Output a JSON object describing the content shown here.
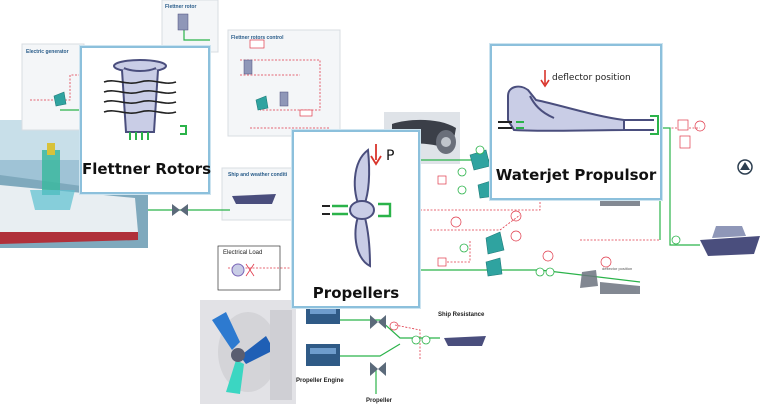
{
  "panels": {
    "electric_generator": "Electric generator",
    "flettner_rotor": "Flettner rotor",
    "flettner_rotors_control": "Flettner rotors control",
    "ship_weather": "Ship and weather conditi",
    "electrical_load": "Electrical Load"
  },
  "labels": {
    "ship_resistance": "Ship Resistance",
    "propeller_engine": "Propeller Engine",
    "propeller": "Propeller",
    "deflector_small": "deflector position"
  },
  "cards": {
    "flettner": "Flettner Rotors",
    "propellers": "Propellers",
    "propeller_power": "P",
    "waterjet": "Waterjet Propulsor",
    "deflector": "deflector position"
  },
  "colors": {
    "diagram_green": "#2bb34a",
    "diagram_red": "#e0394a",
    "diagram_teal": "#2fa3a0",
    "component_navy": "#4a4e7d",
    "component_fill": "#c9cde6",
    "card_border": "#8cc0dc",
    "accent_red": "#d9342b"
  },
  "icons": [
    "flettner-rotor-icon",
    "propeller-icon",
    "waterjet-icon",
    "ship-icon",
    "engine-icon",
    "generator-icon",
    "power-arrow-icon",
    "deflector-arrow-icon",
    "compass-icon"
  ]
}
